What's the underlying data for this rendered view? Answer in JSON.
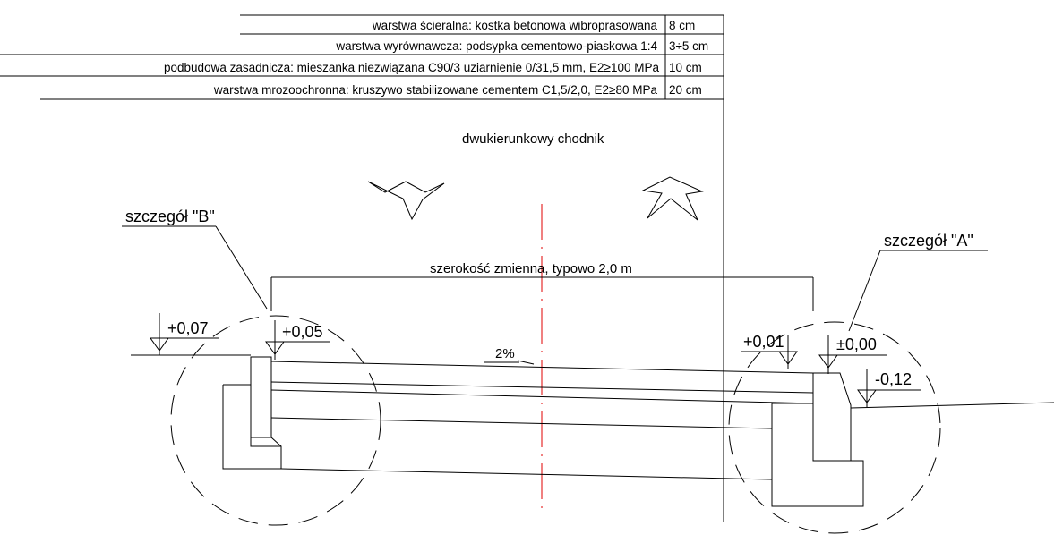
{
  "layers_table": {
    "rows": [
      {
        "description": "warstwa ścieralna: kostka betonowa wibroprasowana",
        "thickness": "8 cm"
      },
      {
        "description": "warstwa wyrównawcza: podsypka cementowo-piaskowa 1:4",
        "thickness": "3÷5 cm"
      },
      {
        "description": "podbudowa zasadnicza: mieszanka niezwiązana C90/3 uziarnienie 0/31,5 mm, E2≥100 MPa",
        "thickness": "10 cm"
      },
      {
        "description": "warstwa mrozoochronna: kruszywo stabilizowane cementem C1,5/2,0, E2≥80 MPa",
        "thickness": "20 cm"
      }
    ]
  },
  "section": {
    "title": "dwukierunkowy chodnik",
    "width_label": "szerokość zmienna, typowo 2,0 m",
    "slope_label": "2%",
    "detail_b": "szczegół \"B\"",
    "detail_a": "szczegół \"A\"",
    "levels": {
      "left_outer": "+0,07",
      "left_edge": "+0,05",
      "right_edge": "+0,01",
      "curb_top": "±0,00",
      "road": "-0,12"
    }
  }
}
